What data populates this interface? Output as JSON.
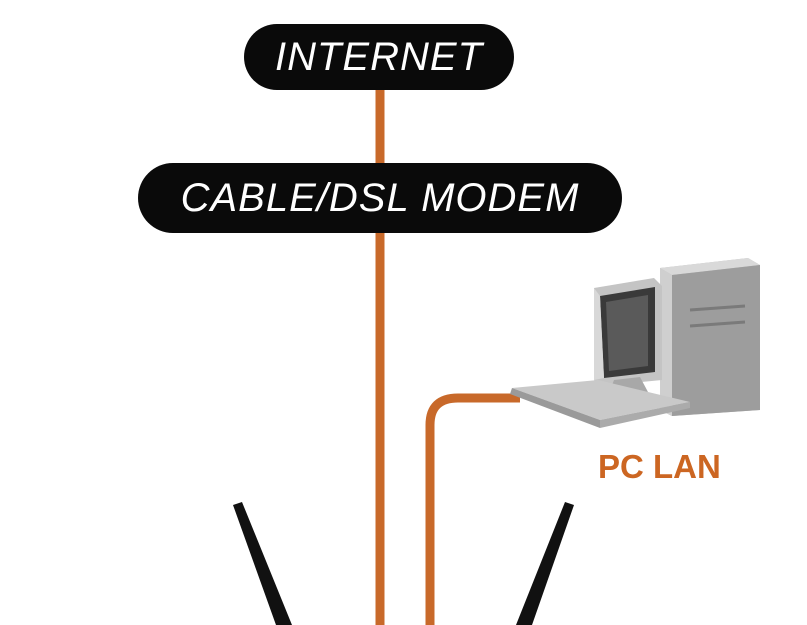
{
  "nodes": {
    "internet": "INTERNET",
    "modem": "CABLE/DSL MODEM",
    "pc": "PC LAN"
  },
  "colors": {
    "cable": "#c8692a",
    "label_accent": "#cc6622",
    "pill_bg": "#0a0a0a"
  },
  "icons": [
    "desktop-computer-icon",
    "router-antenna-icon"
  ]
}
